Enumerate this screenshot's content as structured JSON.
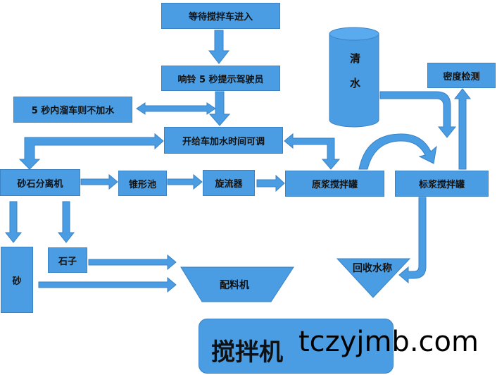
{
  "nodes": {
    "wait": "等待搅拌车进入",
    "ring": "响铃 5 秒提示驾驶员",
    "no_water": "5 秒内溜车则不加水",
    "adjust": "开给车加水时间可调",
    "separator": "砂石分离机",
    "cone": "锥形池",
    "cyclone": "旋流器",
    "raw_tank": "原浆搅拌罐",
    "std_tank": "标浆搅拌罐",
    "clear_water_1": "清",
    "clear_water_2": "水",
    "density": "密度检测",
    "stone": "石子",
    "sand": "砂",
    "batcher": "配料机",
    "water_scale": "回收水称",
    "mixer": "搅拌机"
  },
  "watermark": "tczyjmb.com",
  "colors": {
    "fill": "#4a9de3",
    "border": "#3b82c4"
  }
}
